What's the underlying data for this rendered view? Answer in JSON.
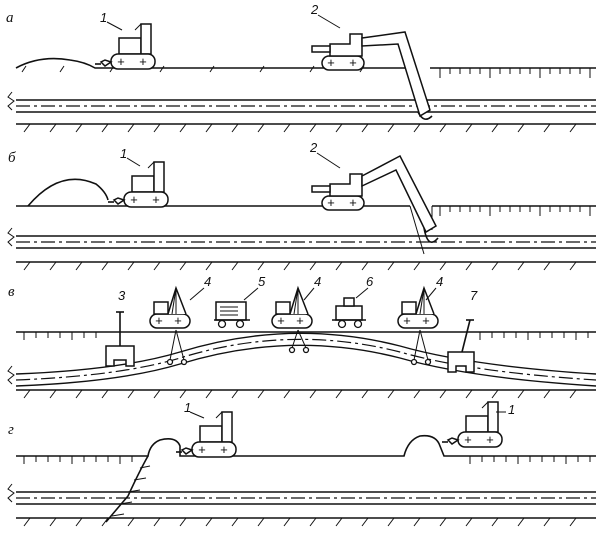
{
  "figure": {
    "panels": [
      {
        "letter": "а",
        "numbers": [
          "1",
          "2"
        ]
      },
      {
        "letter": "б",
        "numbers": [
          "1",
          "2"
        ]
      },
      {
        "letter": "в",
        "numbers": [
          "3",
          "4",
          "5",
          "4",
          "6",
          "4",
          "7"
        ]
      },
      {
        "letter": "г",
        "numbers": [
          "1",
          "1"
        ]
      }
    ]
  }
}
